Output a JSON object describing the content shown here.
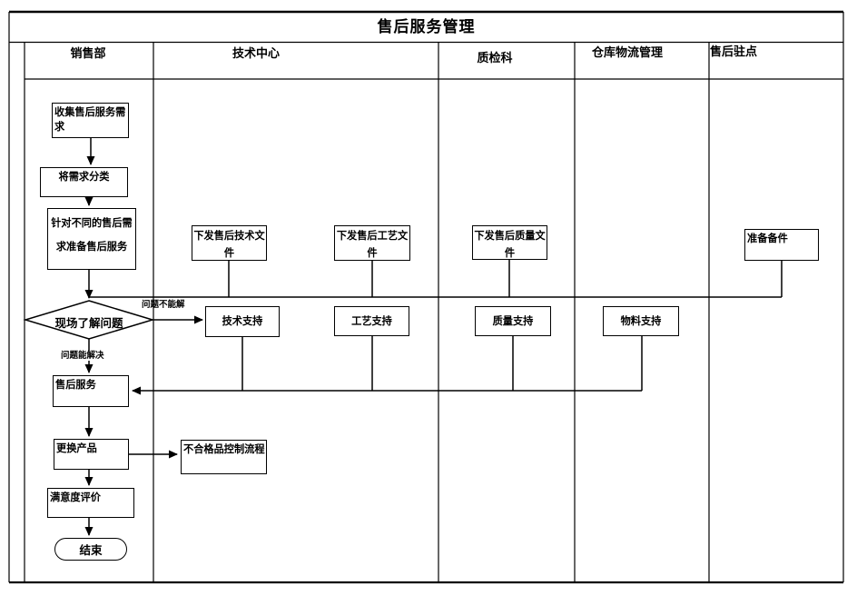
{
  "title": "售后服务管理",
  "lanes": [
    {
      "label": "销售部"
    },
    {
      "label": "技术中心"
    },
    {
      "label": "质检科"
    },
    {
      "label": "仓库物流管理"
    },
    {
      "label": "售后驻点"
    }
  ],
  "nodes": {
    "collect": "收集售后服务需求",
    "classify": "将需求分类",
    "prepare": "针对不同的售后需求准备售后服务",
    "decision": "现场了解问题",
    "tech_doc": "下发售后技术文件",
    "process_doc": "下发售后工艺文件",
    "quality_doc": "下发售后质量文件",
    "spare_parts": "准备备件",
    "tech_support": "技术支持",
    "process_support": "工艺支持",
    "quality_support": "质量支持",
    "material_support": "物料支持",
    "service": "售后服务",
    "replace": "更换产品",
    "nonconforming": "不合格品控制流程",
    "satisfaction": "满意度评价",
    "end": "结束"
  },
  "edge_labels": {
    "cannot_solve": "问题不能解",
    "can_solve": "问题能解决"
  },
  "colors": {
    "line": "#000000",
    "background": "#ffffff"
  }
}
